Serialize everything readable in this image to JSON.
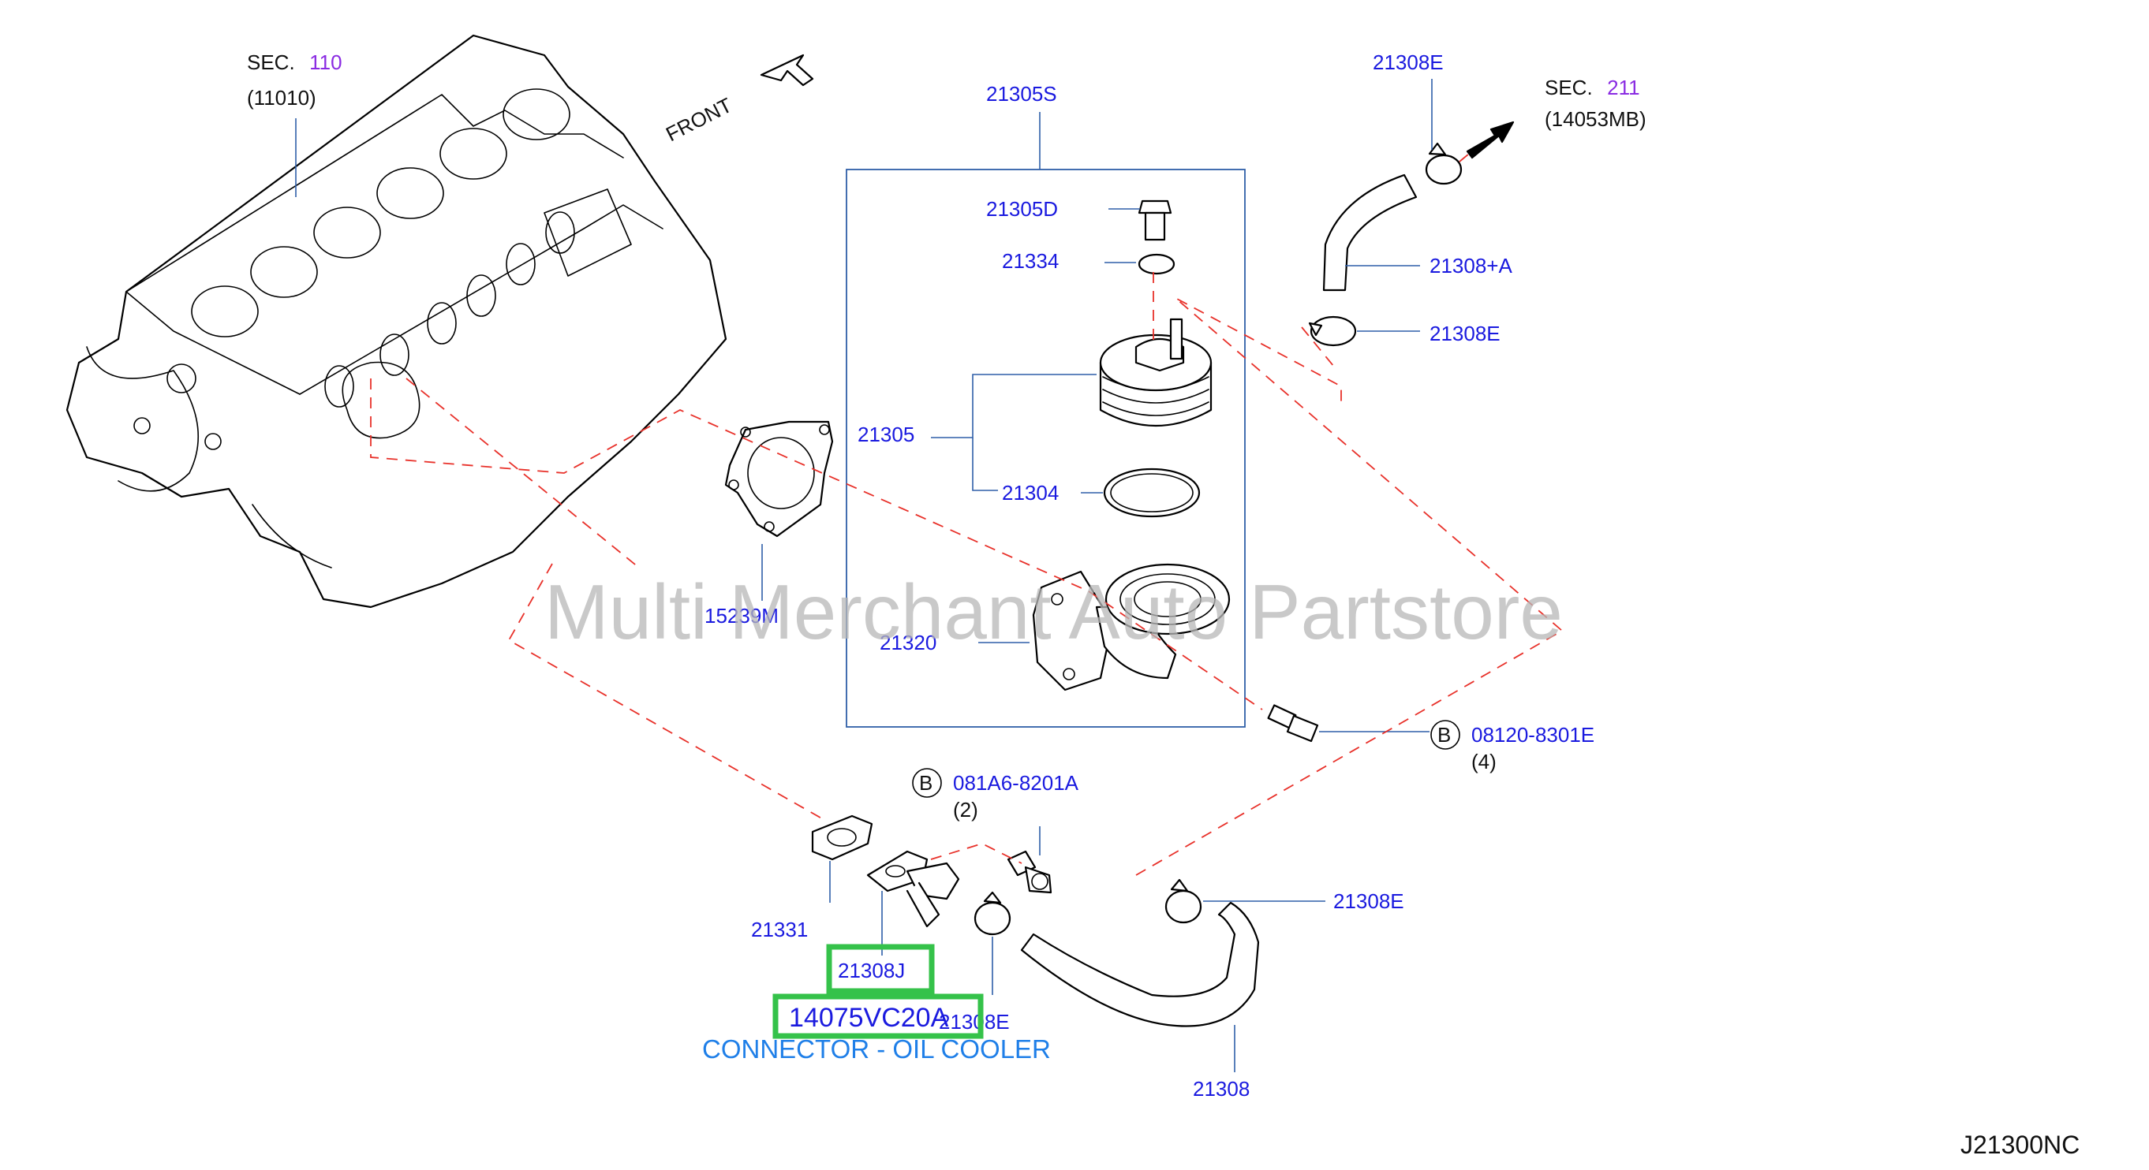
{
  "labels": {
    "sec110": "SEC.",
    "sec110_num": "110",
    "p11010": "(11010)",
    "front": "FRONT",
    "p21305S": "21305S",
    "p21305D": "21305D",
    "p21334": "21334",
    "p21305": "21305",
    "p21304": "21304",
    "p15239M": "15239M",
    "p21320": "21320",
    "p21308E_top": "21308E",
    "sec211": "SEC.",
    "sec211_num": "211",
    "p14053MB": "(14053MB)",
    "p21308A": "21308+A",
    "p21308E_mid": "21308E",
    "b_mark_right": "B",
    "p08120": "08120-8301E",
    "qty4": "(4)",
    "b_mark_left": "B",
    "p081A6": "081A6-8201A",
    "qty2": "(2)",
    "p21331": "21331",
    "p21308J": "21308J",
    "p21308E_bottom": "21308E",
    "p21308E_right": "21308E",
    "p21308": "21308",
    "highlight_part_no": "14075VC20A",
    "caption": "CONNECTOR - OIL COOLER",
    "diagram_code": "J21300NC",
    "watermark": "Multi Merchant Auto Partstore"
  }
}
